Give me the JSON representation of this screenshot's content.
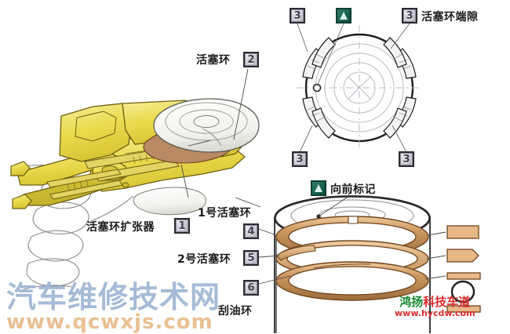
{
  "figure": {
    "title": "Piston ring installation and end-gap positioning diagram",
    "background_color": "#ffffff"
  },
  "colors": {
    "tool_body": "#ead84a",
    "tool_body_light": "#f3ea93",
    "tool_outline": "#6d5f10",
    "ring_copper": "#c08c54",
    "ring_copper_light": "#e8bb8c",
    "ring_outline": "#6e4520",
    "badge_border": "#2b2b33",
    "badge_fill": "#cfcfd8",
    "arrow_badge_fill": "#1d6552",
    "line": "#4a4a4a",
    "piston_outline": "#2b2b2b"
  },
  "callouts": [
    {
      "id": "c1",
      "number": "1",
      "label": "活塞环扩张器",
      "type": "number"
    },
    {
      "id": "c2",
      "number": "2",
      "label": "活塞环",
      "type": "number"
    },
    {
      "id": "c3",
      "number": "3",
      "label": "活塞环端隙",
      "type": "number"
    },
    {
      "id": "c4",
      "number": "4",
      "label": "1号活塞环",
      "type": "number"
    },
    {
      "id": "c5",
      "number": "5",
      "label": "2号活塞环",
      "type": "number"
    },
    {
      "id": "c6",
      "number": "6",
      "label": "刮油环",
      "type": "number"
    },
    {
      "id": "cA",
      "number": "A",
      "label": "向前标记",
      "type": "arrow"
    }
  ],
  "panel_tool": {
    "name": "piston-ring-expander-illustration",
    "label_ring": "活塞环",
    "badge_ring": "2",
    "label_expander": "活塞环扩张器",
    "badge_expander": "1"
  },
  "panel_gap": {
    "name": "ring-end-gap-positions",
    "label_gap": "活塞环端隙",
    "gap_badges": [
      "3",
      "3",
      "3",
      "3"
    ],
    "front_mark_badge": "A"
  },
  "panel_piston": {
    "name": "piston-ring-stack",
    "front_mark_label": "向前标记",
    "front_mark_badge": "A",
    "rings": [
      {
        "label": "1号活塞环",
        "badge": "4",
        "section": "rectangular"
      },
      {
        "label": "2号活塞环",
        "badge": "5",
        "section": "tapered"
      },
      {
        "label": "刮油环",
        "badge": "6",
        "section": "oil-control-three-piece"
      }
    ]
  },
  "watermarks": {
    "left": {
      "cn": "汽车维修技术网",
      "url": "www.qcwxjs.com"
    },
    "right": {
      "cn": "鸿扬科技车道",
      "cn_chars": [
        "鸿",
        "扬",
        "科",
        "技",
        "车",
        "道"
      ],
      "url": "www.hycdw.com"
    }
  }
}
